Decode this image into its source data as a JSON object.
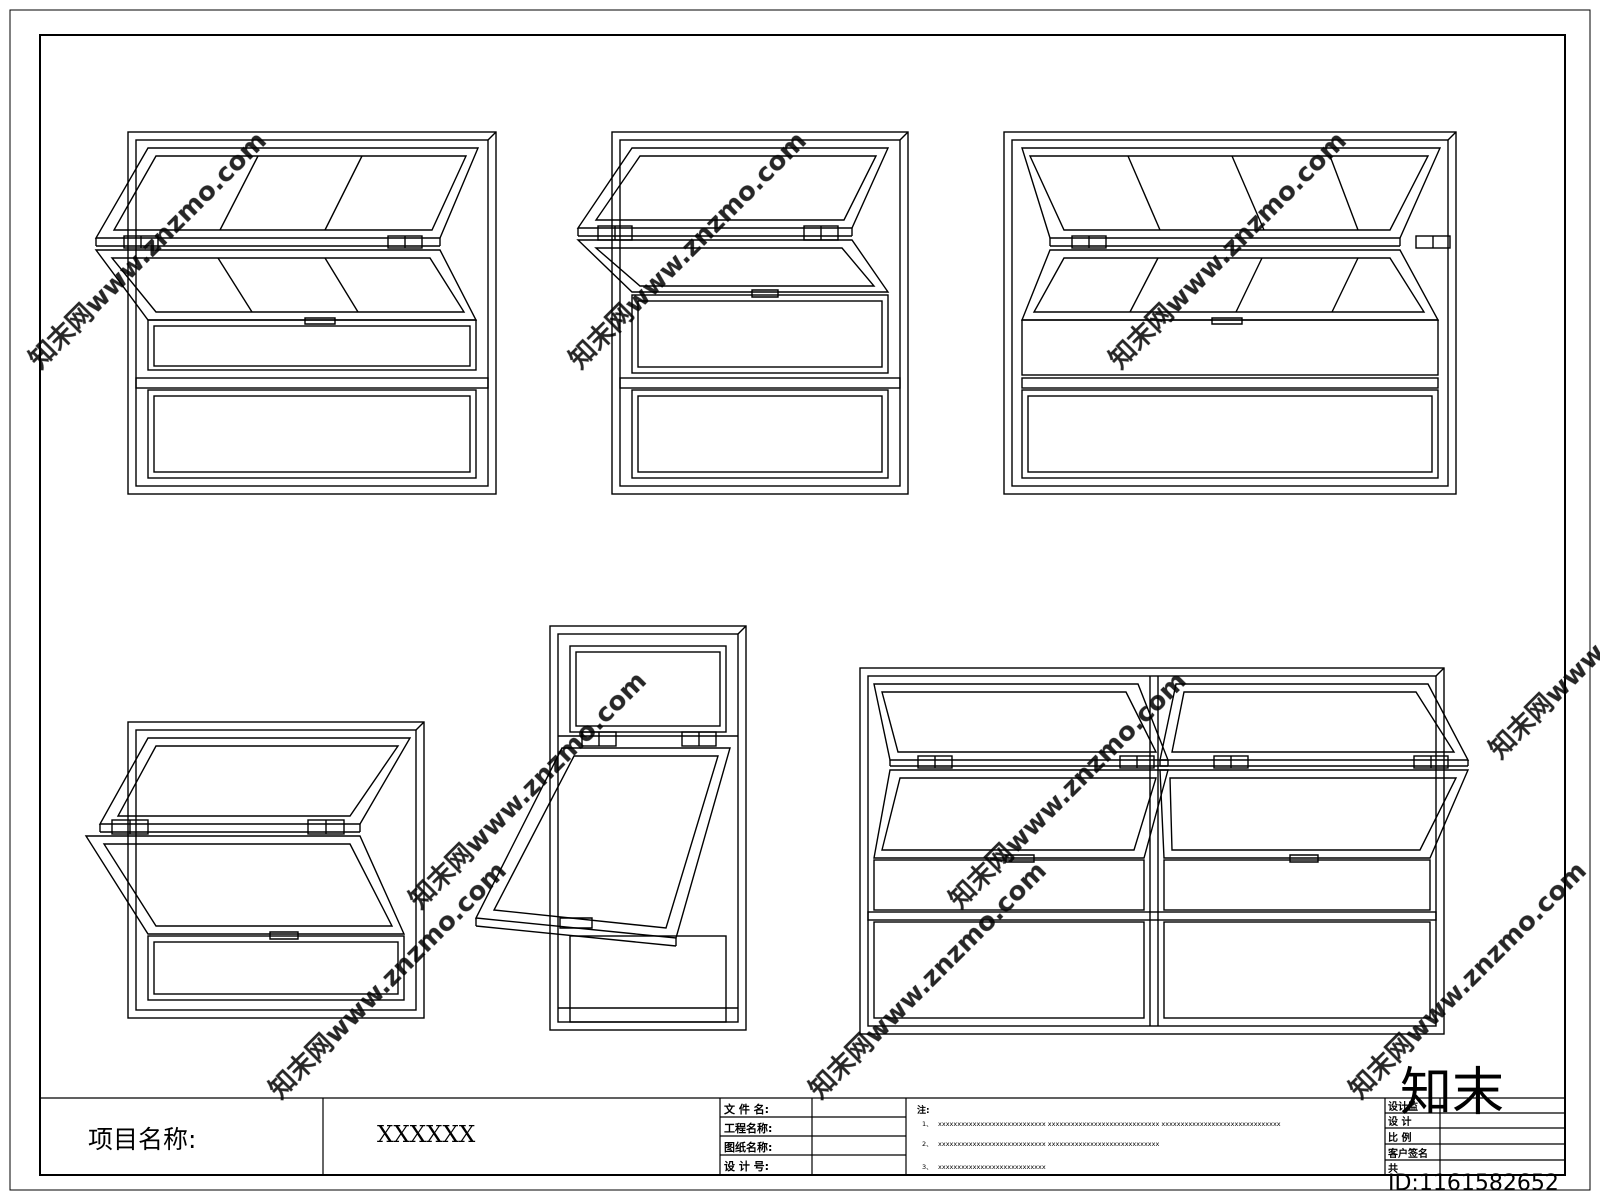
{
  "title_block": {
    "project_label": "项目名称:",
    "project_value": "XXXXXX",
    "fields": [
      {
        "label": "文 件 名:",
        "value": ""
      },
      {
        "label": "工程名称:",
        "value": ""
      },
      {
        "label": "图纸名称:",
        "value": ""
      },
      {
        "label": "设 计 号:",
        "value": ""
      }
    ],
    "notes_heading": "注:",
    "notes": [
      {
        "prefix": "1、",
        "text": "xxxxxxxxxxxxxxxxxxxxxxxxxxxx    xxxxxxxxxxxxxxxxxxxxxxxxxxxxx    xxxxxxxxxxxxxxxxxxxxxxxxxxxxxxx"
      },
      {
        "prefix": "2、",
        "text": "xxxxxxxxxxxxxxxxxxxxxxxxxxxx    xxxxxxxxxxxxxxxxxxxxxxxxxxxxx"
      },
      {
        "prefix": "3、",
        "text": "xxxxxxxxxxxxxxxxxxxxxxxxxxxx"
      }
    ],
    "right_fields": [
      "设计监",
      "设 计",
      "比 例",
      "客户签名",
      "共"
    ]
  },
  "watermark": {
    "site": "znzmo.com",
    "brand": "知末网www.znzmo.com",
    "logo": "知末",
    "id": "ID:1161582652"
  },
  "colors": {
    "line": "#000000",
    "watermark": "#d9d9d9",
    "background": "#ffffff"
  }
}
